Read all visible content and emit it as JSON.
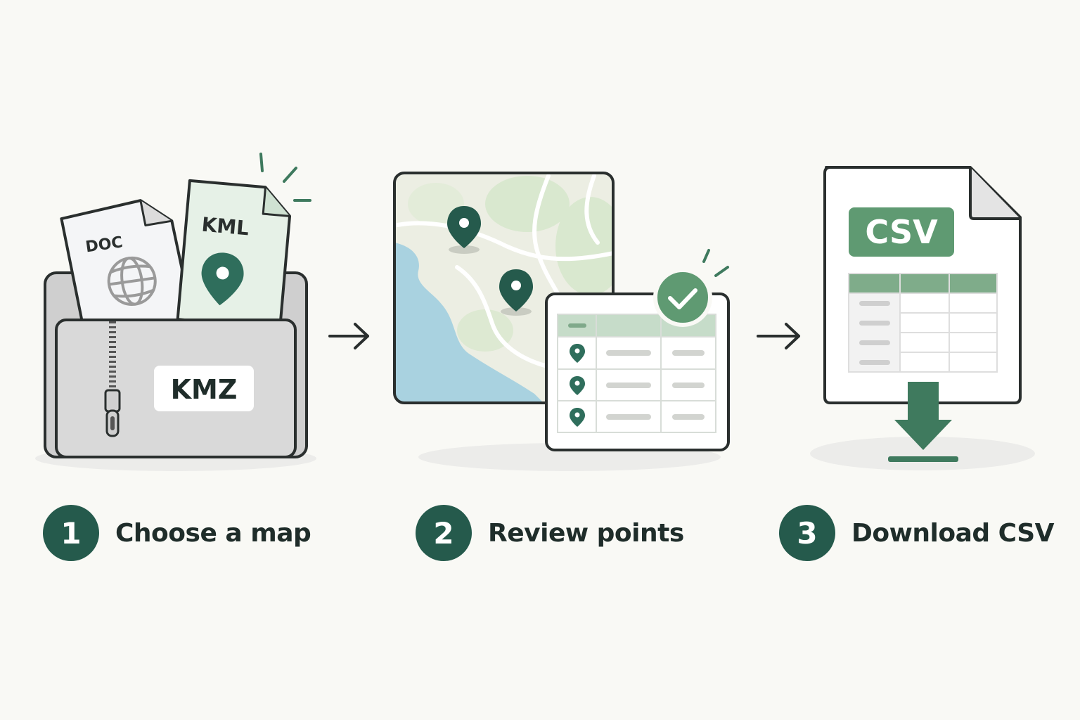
{
  "colors": {
    "background": "#f9f9f5",
    "accent_dark": "#255a4c",
    "accent_green": "#5f9a72",
    "light_green": "#e6f1e7",
    "outline": "#2a2f2e",
    "folder_gray": "#d9d9d9",
    "water_blue": "#a9d2e0"
  },
  "step1": {
    "folder_label": "KMZ",
    "doc_label": "DOC",
    "kml_label": "KML",
    "icons": [
      "folder-icon",
      "zipper-icon",
      "globe-icon",
      "map-pin-icon",
      "sparkle-icon"
    ]
  },
  "step2": {
    "icons": [
      "map-icon",
      "map-pin-icon",
      "table-icon",
      "check-icon",
      "sparkle-icon"
    ]
  },
  "step3": {
    "file_label": "CSV",
    "icons": [
      "file-icon",
      "spreadsheet-icon",
      "download-arrow-icon"
    ]
  },
  "arrows": [
    "arrow-right-icon",
    "arrow-right-icon"
  ],
  "steps": [
    {
      "number": "1",
      "label": "Choose a map"
    },
    {
      "number": "2",
      "label": "Review points"
    },
    {
      "number": "3",
      "label": "Download CSV"
    }
  ]
}
